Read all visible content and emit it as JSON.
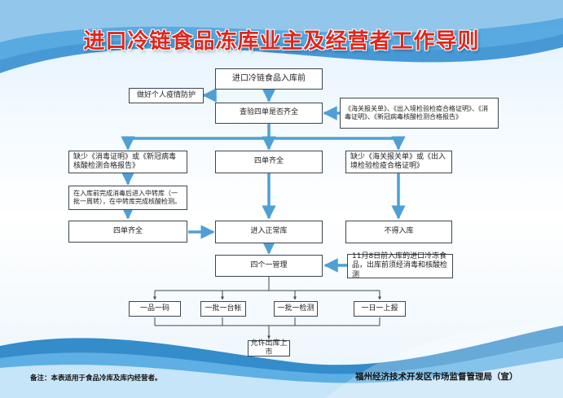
{
  "title": "进口冷链食品冻库业主及经营者工作导则",
  "nodes": {
    "n_start": "进口冷链食品入库前",
    "n_protect": "做好个人疫情防护",
    "n_check": "查验四单是否齐全",
    "n_docs": "《海关报关单》、《出入境检验检疫合格证明》、《消毒证明》、《新冠病毒核酸检测合格报告》",
    "n_miss1": "缺少《消毒证明》或《新冠病毒核酸检测合格报告》",
    "n_full": "四单齐全",
    "n_miss2": "缺少《海关报关单》或《出入境检验检疫合格证明》",
    "n_transfer": "在入库前完成消毒后进入中转库（一批一周转），在中转库完成核酸检测。",
    "n_full2": "四单齐全",
    "n_store": "进入正常库",
    "n_reject": "不得入库",
    "n_nov8": "11月8日前入库的进口冷冻食品，出库前须经消毒和核酸检测",
    "n_four": "四个一管理",
    "n_m1": "一品一码",
    "n_m2": "一批一台帐",
    "n_m3": "一批一检测",
    "n_m4": "一日一上报",
    "n_end": "允许出库上市"
  },
  "footer": {
    "note": "备注：本表适用于食品冷库及库内经营者。",
    "org": "福州经济技术开发区市场监督管理局（宣）"
  },
  "colors": {
    "title": "#e0261b",
    "arrow": "#4f9fd6",
    "box_border": "#3c4650",
    "wave": "#1f7fc4"
  }
}
